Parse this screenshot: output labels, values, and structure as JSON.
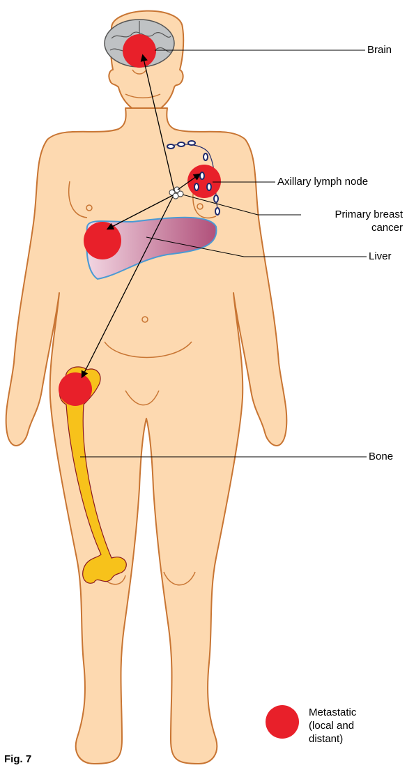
{
  "labels": {
    "brain": "Brain",
    "axillary": "Axillary lymph node",
    "primary_line1": "Primary breast",
    "primary_line2": "cancer",
    "liver": "Liver",
    "bone": "Bone"
  },
  "legend": {
    "text": "Metastatic\n(local and\ndistant)",
    "color": "#e8202a"
  },
  "figure_label": "Fig. 7",
  "colors": {
    "skin": "#fdd9b0",
    "outline": "#c87533",
    "metastasis": "#e8202a",
    "bone": "#f7c21b",
    "liver": "#d8a3c2",
    "brain": "#bfc2c4"
  }
}
